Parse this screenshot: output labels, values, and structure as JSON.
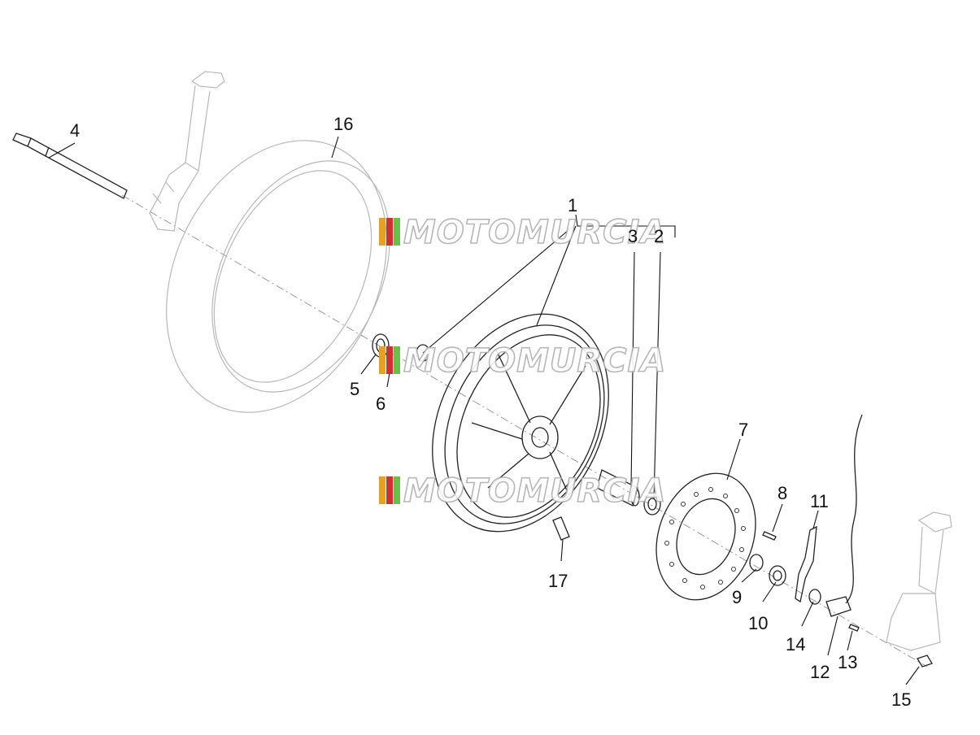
{
  "watermark": {
    "text": "MOTOMURCIA",
    "stripe_colors": [
      "#e8a020",
      "#d23030",
      "#6abf4b",
      "#4a8fd0"
    ]
  },
  "callouts": {
    "c1": "1",
    "c2": "2",
    "c3": "3",
    "c4": "4",
    "c5": "5",
    "c6": "6",
    "c7": "7",
    "c8": "8",
    "c9": "9",
    "c10": "10",
    "c11": "11",
    "c12": "12",
    "c13": "13",
    "c14": "14",
    "c15": "15",
    "c16": "16",
    "c17": "17"
  }
}
